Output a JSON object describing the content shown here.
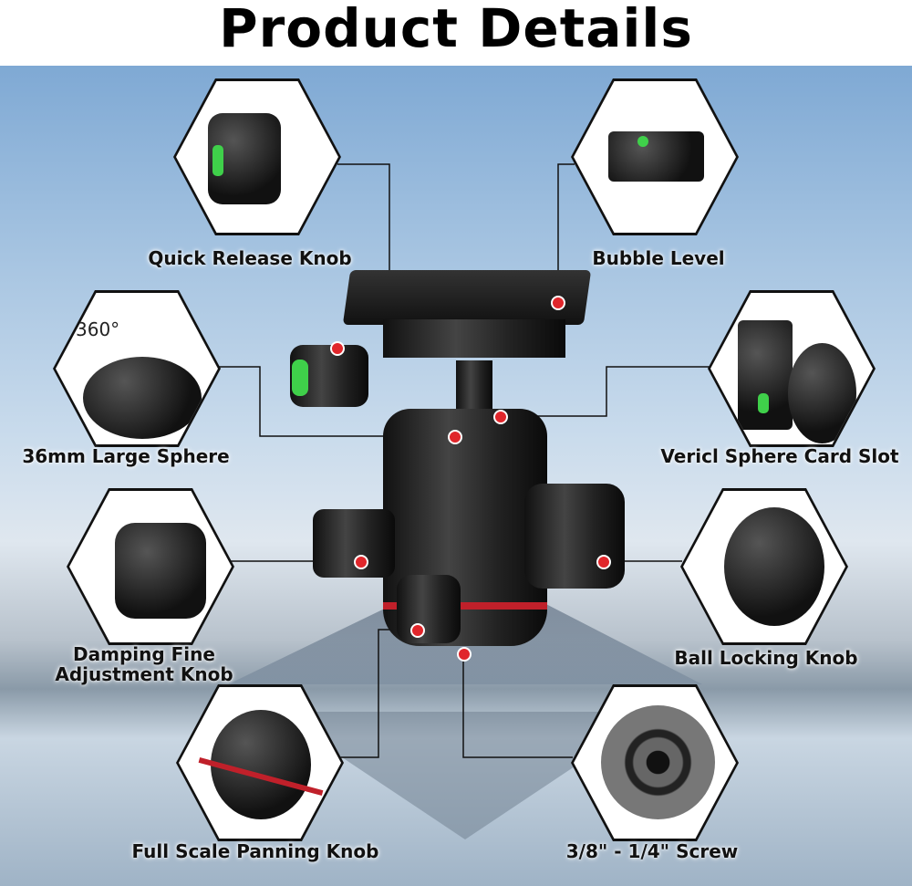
{
  "title": "Product Details",
  "callouts": [
    {
      "id": "quick-release-knob",
      "label": "Quick Release Knob"
    },
    {
      "id": "bubble-level",
      "label": "Bubble Level"
    },
    {
      "id": "large-sphere",
      "label": "36mm Large Sphere",
      "badge": "360°"
    },
    {
      "id": "vertical-card-slot",
      "label": "Vericl Sphere Card Slot"
    },
    {
      "id": "damping-knob",
      "label_line1": "Damping Fine",
      "label_line2": "Adjustment Knob"
    },
    {
      "id": "ball-locking-knob",
      "label": "Ball Locking Knob"
    },
    {
      "id": "panning-knob",
      "label": "Full Scale Panning Knob"
    },
    {
      "id": "screw",
      "label": "3/8\" - 1/4\" Screw"
    }
  ],
  "colors": {
    "accent_dot": "#e0262b",
    "bubble": "#3fd04a"
  }
}
